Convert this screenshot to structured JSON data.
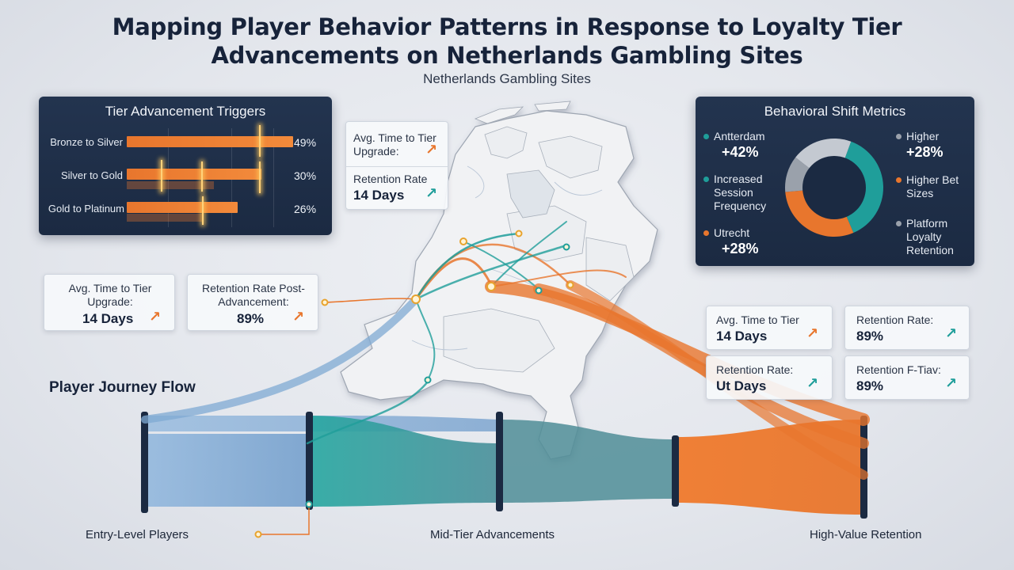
{
  "title_line1": "Mapping Player Behavior Patterns in Response to Loyalty Tier",
  "title_line2": "Advancements on Netherlands Gambling Sites",
  "subtitle": "Netherlands Gambling Sites",
  "tier_panel": {
    "title": "Tier Advancement Triggers",
    "rows": [
      {
        "label": "Bronze to Silver",
        "percent": "49%",
        "value": 49
      },
      {
        "label": "Silver to Gold",
        "percent": "30%",
        "value": 30
      },
      {
        "label": "Gold to Platinum",
        "percent": "26%",
        "value": 26
      }
    ]
  },
  "behavior_panel": {
    "title": "Behavioral Shift Metrics",
    "left_items": [
      {
        "label": "Antterdam",
        "value": "+42%"
      },
      {
        "label": "Increased Session Frequency",
        "value": ""
      },
      {
        "label": "Utrecht",
        "value": "+28%"
      }
    ],
    "right_items": [
      {
        "label": "Higher",
        "value": "+28%"
      },
      {
        "label": "Higher Bet Sizes",
        "value": ""
      },
      {
        "label": "Platform Loyalty Retention",
        "value": ""
      }
    ],
    "donut": [
      {
        "color": "#1f9e9a",
        "share": 0.38
      },
      {
        "color": "#e8762d",
        "share": 0.3
      },
      {
        "color": "#9aa1ab",
        "share": 0.12
      },
      {
        "color": "#c4c9d1",
        "share": 0.2
      }
    ]
  },
  "map_cards": {
    "a": {
      "label": "Avg. Time to Tier Upgrade:",
      "icon": "trend-up-orange-icon"
    },
    "b": {
      "label": "Retention Rate",
      "value": "14 Days",
      "icon": "trend-up-teal-icon"
    }
  },
  "left_cards": {
    "a": {
      "label": "Avg. Time to Tier Upgrade:",
      "value": "14 Days"
    },
    "b": {
      "label": "Retention Rate Post-Advancement:",
      "value": "89%"
    }
  },
  "right_cards": {
    "a": {
      "label": "Avg. Time to Tier",
      "value": "14 Days"
    },
    "b": {
      "label": "Retention Rate:",
      "value": "89%"
    },
    "c": {
      "label": "Retention Rate:",
      "value": "Ut Days"
    },
    "d": {
      "label": "Retention F-Tiav:",
      "value": "89%"
    }
  },
  "journey": {
    "title": "Player Journey Flow",
    "stages": [
      "Entry-Level Players",
      "Mid-Tier Advancements",
      "High-Value Retention"
    ]
  },
  "colors": {
    "orange": "#e8762d",
    "teal": "#1f9e9a",
    "blue": "#7fa9d3",
    "navy": "#1b2a42"
  }
}
